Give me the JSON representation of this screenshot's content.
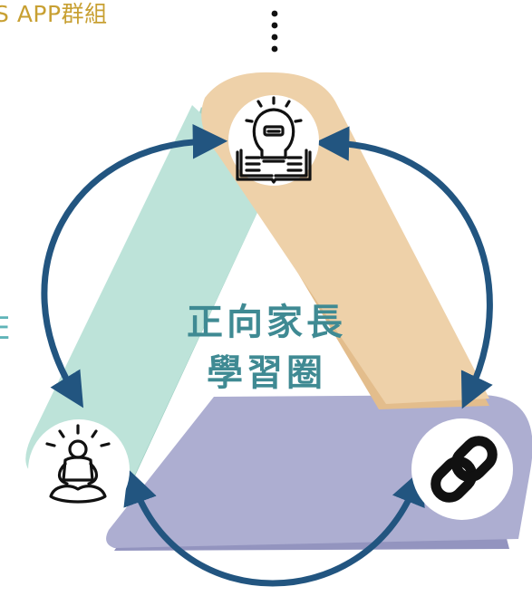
{
  "top_label": "S APP群組",
  "left_label": "E",
  "center_title": {
    "line1": "正向家長",
    "line2": "學習圈"
  },
  "colors": {
    "label_gold": "#c8a032",
    "left_label_teal": "#5fb4b8",
    "title_text": "#3f8a93",
    "segment_green": "#bde3d9",
    "segment_green_shadow": "#9fd0c4",
    "segment_orange": "#eed1a9",
    "segment_orange_shadow": "#e3bd8c",
    "segment_purple": "#adaed1",
    "segment_purple_shadow": "#9394bf",
    "arrows": "#225580",
    "icons": "#111111",
    "dots": "#111111"
  },
  "icons": {
    "top": "lightbulb-book-icon",
    "left": "meditation-icon",
    "right": "chain-link-icon"
  }
}
